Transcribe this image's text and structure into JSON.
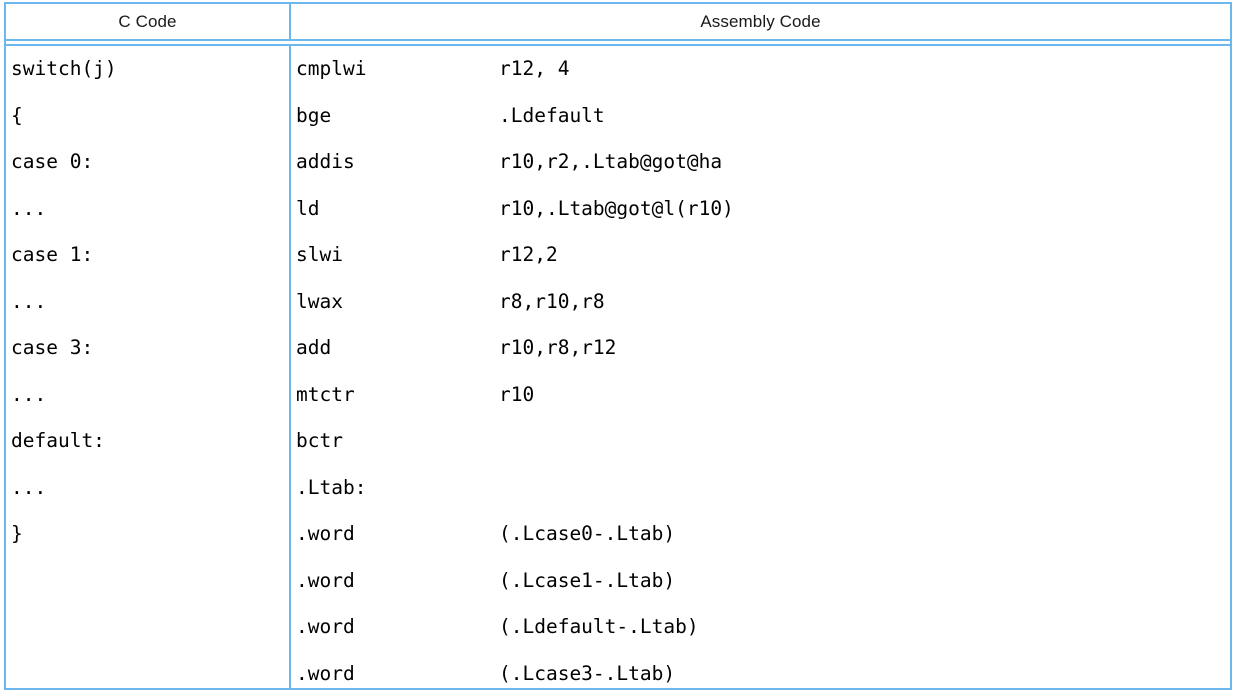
{
  "table": {
    "columns": [
      {
        "key": "c_code",
        "header": "C Code"
      },
      {
        "key": "assembly_code",
        "header": "Assembly Code"
      }
    ],
    "border_color": "#6cb8ee",
    "background_color": "#ffffff",
    "text_color": "#000000",
    "c_code_lines": [
      "switch(j)",
      "{",
      "case 0:",
      "...",
      "case 1:",
      "...",
      "case 3:",
      "...",
      "default:",
      "...",
      "}"
    ],
    "assembly_rows": [
      {
        "mnemonic": "cmplwi",
        "operands": "r12, 4"
      },
      {
        "mnemonic": "bge",
        "operands": ".Ldefault"
      },
      {
        "mnemonic": "addis",
        "operands": "r10,r2,.Ltab@got@ha"
      },
      {
        "mnemonic": "ld",
        "operands": "r10,.Ltab@got@l(r10)"
      },
      {
        "mnemonic": "slwi",
        "operands": "r12,2"
      },
      {
        "mnemonic": "lwax",
        "operands": "r8,r10,r8"
      },
      {
        "mnemonic": "add",
        "operands": "r10,r8,r12"
      },
      {
        "mnemonic": "mtctr",
        "operands": "r10"
      },
      {
        "mnemonic": "bctr",
        "operands": ""
      },
      {
        "mnemonic": ".Ltab:",
        "operands": ""
      },
      {
        "mnemonic": ".word",
        "operands": "(.Lcase0-.Ltab)"
      },
      {
        "mnemonic": ".word",
        "operands": "(.Lcase1-.Ltab)"
      },
      {
        "mnemonic": ".word",
        "operands": "(.Ldefault-.Ltab)"
      },
      {
        "mnemonic": ".word",
        "operands": "(.Lcase3-.Ltab)"
      }
    ]
  }
}
